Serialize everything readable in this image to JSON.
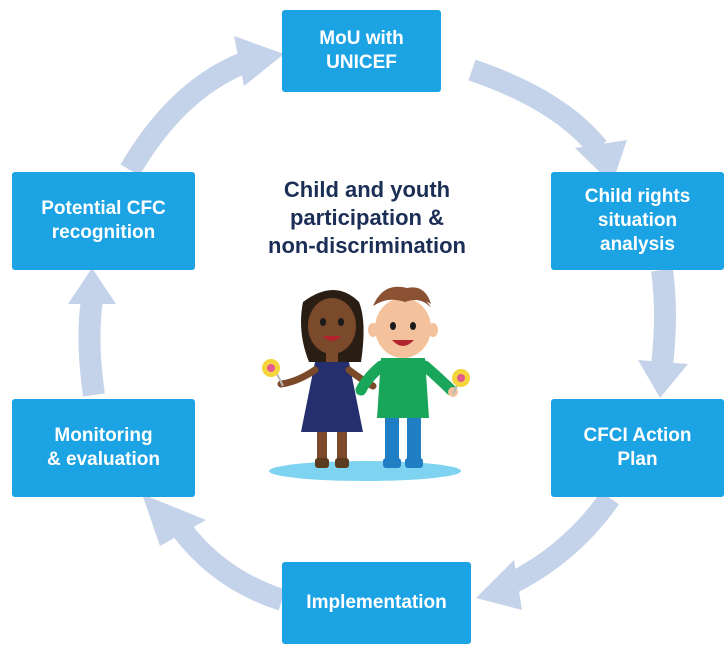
{
  "colors": {
    "box": "#1ca3e4",
    "arrow": "#c5d3ea",
    "title": "#1b2e55"
  },
  "diagram": {
    "center_title": "Child and youth\nparticipation &\nnon-discrimination",
    "steps": [
      {
        "label": "MoU with\nUNICEF"
      },
      {
        "label": "Child rights\nsituation\nanalysis"
      },
      {
        "label": "CFCI Action\nPlan"
      },
      {
        "label": "Implementation"
      },
      {
        "label": "Monitoring\n& evaluation"
      },
      {
        "label": "Potential CFC\nrecognition"
      }
    ],
    "illustration": "two-children-holding-hands-with-lollipops"
  }
}
